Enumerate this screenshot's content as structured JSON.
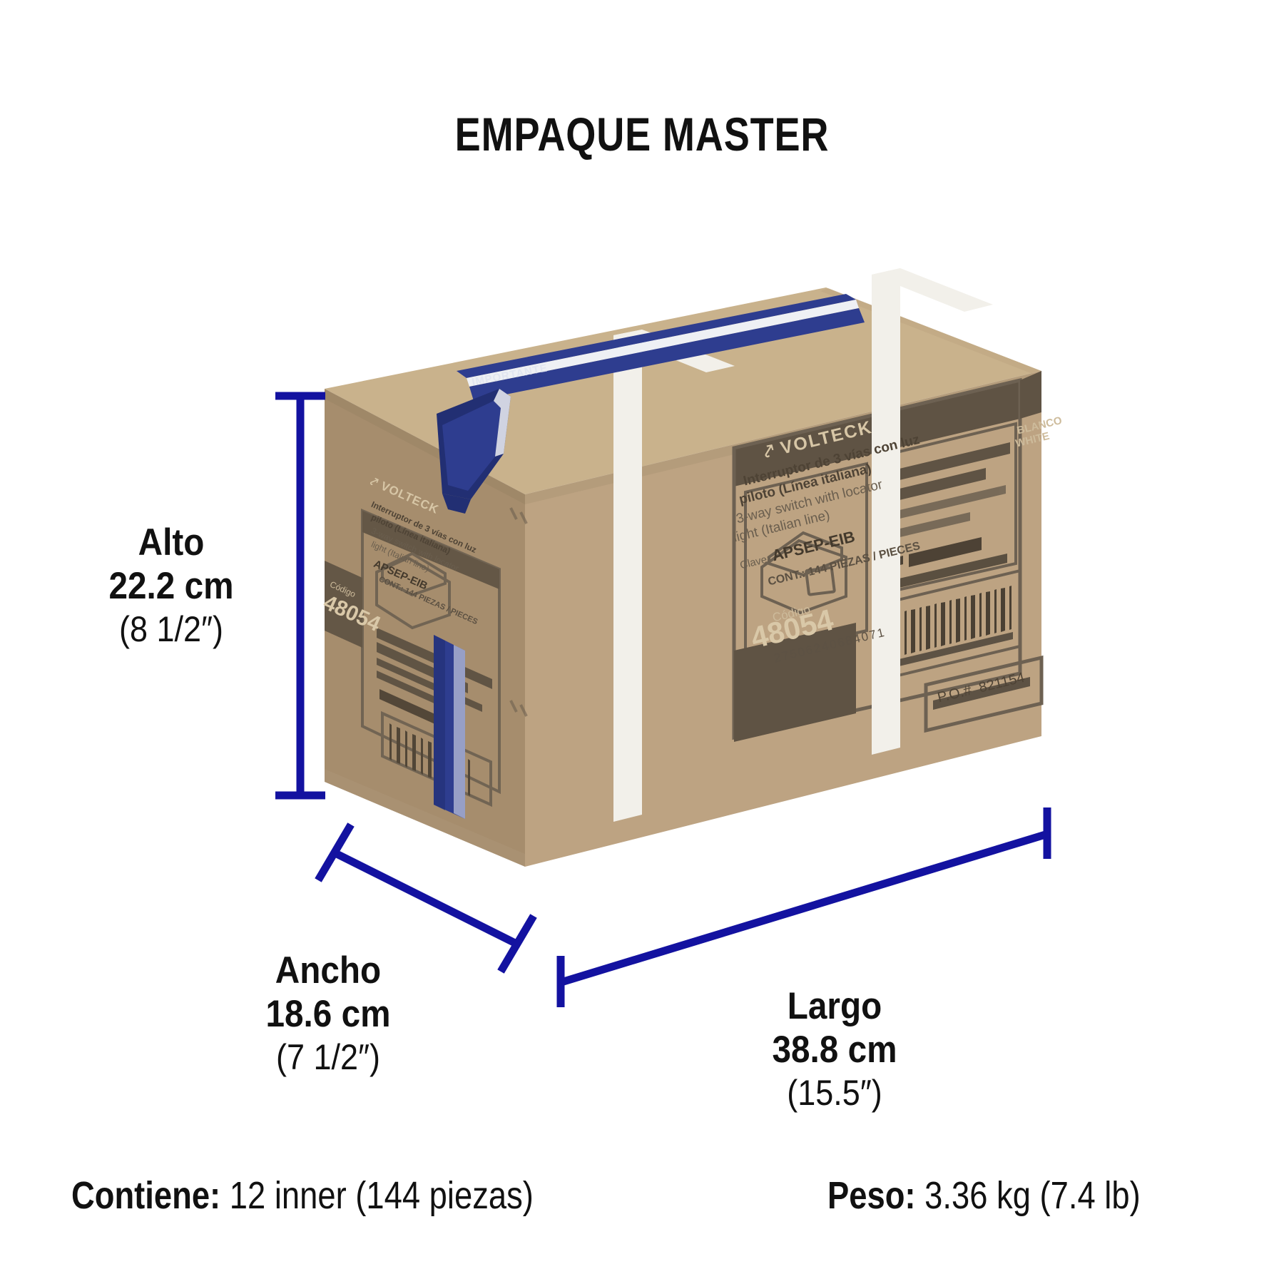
{
  "page": {
    "title": "EMPAQUE MASTER",
    "accent_color": "#1312a0",
    "background_color": "#ffffff"
  },
  "dimensions": {
    "height": {
      "name": "Alto",
      "metric": "22.2 cm",
      "imperial": "(8 1/2″)"
    },
    "width": {
      "name": "Ancho",
      "metric": "18.6 cm",
      "imperial": "(7 1/2″)"
    },
    "length": {
      "name": "Largo",
      "metric": "38.8 cm",
      "imperial": "(15.5″)"
    }
  },
  "info": {
    "contains_label": "Contiene:",
    "contains_value": "12 inner (144 piezas)",
    "weight_label": "Peso:",
    "weight_value": "3.36 kg (7.4 lb)"
  },
  "carton": {
    "brand": "VOLTECK",
    "description_es_line1": "Interruptor de 3 vías con luz",
    "description_es_line2": "piloto (Línea italiana)",
    "description_en_line1": "3-way switch with locator",
    "description_en_line2": "light (Italian line)",
    "clave_label": "Clave:",
    "clave_value": "APSEP-EIB",
    "content_line": "CONT.: 144 PIEZAS / PIECES",
    "barcode_number": "27506240684071",
    "po_label": "P.O.#",
    "po_value": "821154",
    "codigo_label": "Código",
    "codigo_value": "48054",
    "color_label_line1": "BLANCO",
    "color_label_line2": "WHITE",
    "side_clave_value": "APSEP-EIB",
    "side_content_line": "CONT.: 144 PIEZAS / PIECES",
    "side_codigo_label": "Código",
    "side_codigo_value": "48054",
    "tape_text": "IMPORTANTE"
  }
}
